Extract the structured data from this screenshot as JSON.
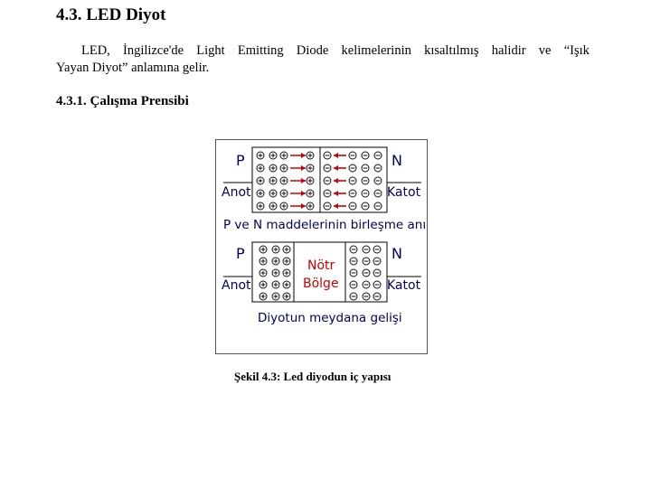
{
  "heading": "4.3. LED Diyot",
  "paragraph": {
    "line1_words": [
      "LED,",
      "İngilizce'de",
      "Light",
      "Emitting",
      "Diode",
      "kelimelerinin",
      "kısaltılmış",
      "halidir",
      "ve",
      "“Işık"
    ],
    "line2": "Yayan Diyot” anlamına gelir."
  },
  "subheading": "4.3.1. Çalışma Prensibi",
  "figure": {
    "top_p": "P",
    "top_anot": "Anot",
    "top_n": "N",
    "top_katot": "Katot",
    "middle_label": "P ve N maddelerinin  birleşme anı",
    "bottom_p": "P",
    "bottom_anot": "Anot",
    "bottom_n": "N",
    "bottom_katot": "Katot",
    "neutral_line1": "Nötr",
    "neutral_line2": "Bölge",
    "bottom_label": "Diyotun meydana gelişi",
    "colors": {
      "label": "#000060",
      "arrow": "#cc0000",
      "symbol": "#111111"
    }
  },
  "caption": "Şekil 4.3: Led diyodun iç yapısı"
}
